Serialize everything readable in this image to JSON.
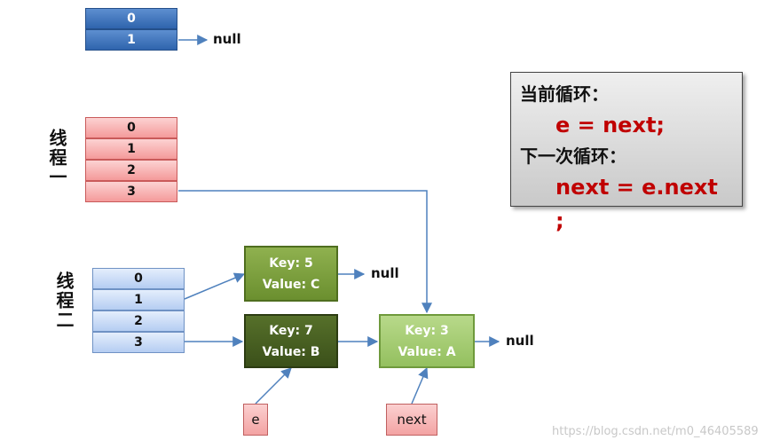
{
  "top_table": {
    "cells": [
      "0",
      "1"
    ],
    "null_label": "null"
  },
  "thread_one": {
    "label": "线程一",
    "cells": [
      "0",
      "1",
      "2",
      "3"
    ]
  },
  "thread_two": {
    "label": "线程二",
    "cells": [
      "0",
      "1",
      "2",
      "3"
    ]
  },
  "nodes": {
    "n5": {
      "key": "Key: 5",
      "value": "Value: C"
    },
    "n7": {
      "key": "Key: 7",
      "value": "Value: B"
    },
    "n3": {
      "key": "Key: 3",
      "value": "Value: A"
    }
  },
  "null_labels": {
    "after_n5": "null",
    "after_n3": "null"
  },
  "pointers": {
    "e": "e",
    "next": "next"
  },
  "code_box": {
    "line1": "当前循环：",
    "line2": "e = next;",
    "line3": "下一次循环：",
    "line4": "next = e.next ;"
  },
  "watermark": "https://blog.csdn.net/m0_46405589",
  "colors": {
    "blue_dark": "#2f64ad",
    "pink": "#f49a9a",
    "light_blue": "#b5cdf2",
    "green": "#6b8f2f",
    "dark_green": "#3b501a",
    "light_green": "#94c05f",
    "arrow": "#4f81bd",
    "code_red": "#c00000"
  }
}
